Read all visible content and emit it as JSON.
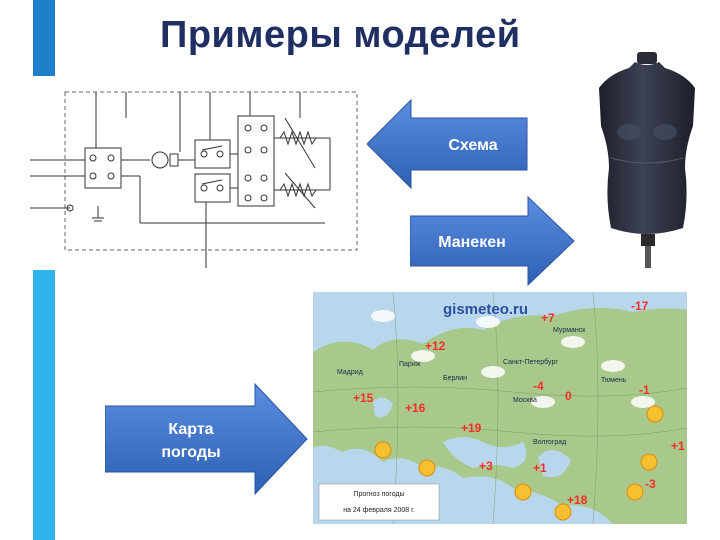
{
  "slide": {
    "title": "Примеры моделей"
  },
  "arrows": {
    "scheme_label": "Схема",
    "mannequin_label": "Манекен",
    "weather_label_line1": "Карта",
    "weather_label_line2": "погоды"
  },
  "weather_map": {
    "logo": "gismeteo.ru",
    "caption_line1": "Прогноз погоды",
    "caption_line2": "на 24 февраля 2008 г.",
    "cities": [
      "Мадрид",
      "Париж",
      "Берлин",
      "Москва",
      "Санкт-Петербург",
      "Мурманск",
      "Тюмень",
      "Волгоград"
    ],
    "temperatures": [
      "+7",
      "-17",
      "+12",
      "+15",
      "+16",
      "+19",
      "-4",
      "0",
      "-1",
      "+3",
      "+1",
      "+18",
      "-3",
      "+1"
    ]
  },
  "colors": {
    "title": "#1f2f63",
    "arrow_fill": "#3a6fc4",
    "bar_top": "#1e7fc9",
    "bar_bottom": "#2fb3ea",
    "temperature": "#ff2a2a",
    "map_water": "#b9d7ec",
    "map_land": "#a8c98b"
  }
}
